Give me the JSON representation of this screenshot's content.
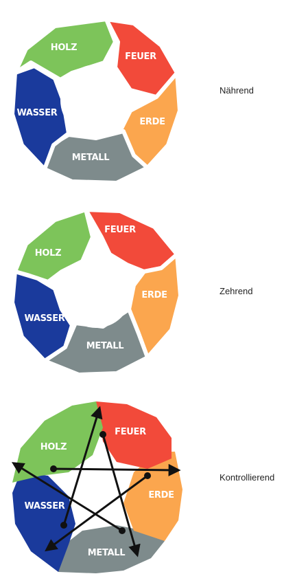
{
  "diagrams": [
    {
      "caption": "Nährend",
      "segments": {
        "holz": "HOLZ",
        "feuer": "FEUER",
        "erde": "ERDE",
        "metall": "METALL",
        "wasser": "WASSER"
      }
    },
    {
      "caption": "Zehrend",
      "segments": {
        "holz": "HOLZ",
        "feuer": "FEUER",
        "erde": "ERDE",
        "metall": "METALL",
        "wasser": "WASSER"
      }
    },
    {
      "caption": "Kontrollierend",
      "segments": {
        "holz": "HOLZ",
        "feuer": "FEUER",
        "erde": "ERDE",
        "metall": "METALL",
        "wasser": "WASSER"
      }
    }
  ],
  "colors": {
    "holz": "#7dc45a",
    "feuer": "#f24a3a",
    "erde": "#fba64e",
    "metall": "#7e8b8c",
    "wasser": "#1a3a9c",
    "arrow": "#111111"
  }
}
